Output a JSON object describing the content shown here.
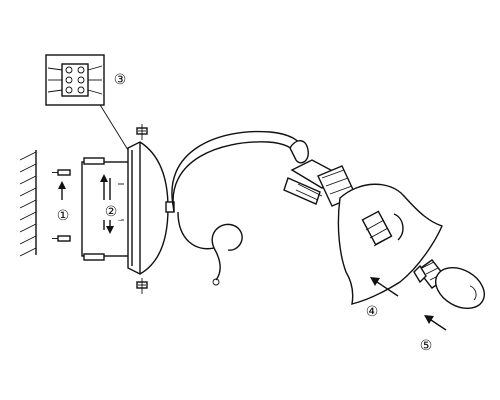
{
  "diagram": {
    "steps": [
      {
        "label": "①",
        "name": "step-1"
      },
      {
        "label": "②",
        "name": "step-2"
      },
      {
        "label": "③",
        "name": "step-3"
      },
      {
        "label": "④",
        "name": "step-4"
      },
      {
        "label": "⑤",
        "name": "step-5"
      }
    ],
    "icons": [
      "wall-icon",
      "screw-icon",
      "mounting-plate-icon",
      "wiring-terminal-icon",
      "canopy-icon",
      "lamp-arm-icon",
      "lamp-shade-icon",
      "light-bulb-icon",
      "arrow-icon"
    ]
  }
}
